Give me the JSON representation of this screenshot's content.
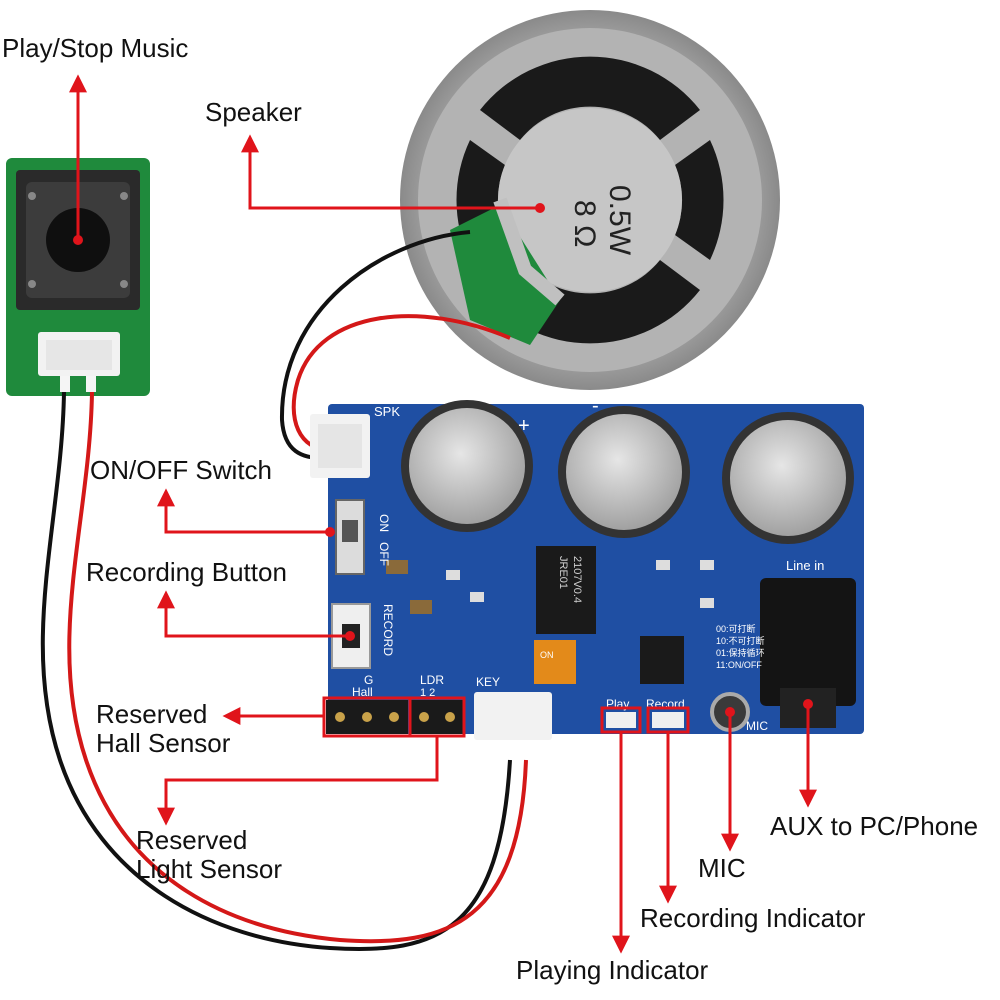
{
  "callouts": {
    "play_stop": "Play/Stop Music",
    "speaker": "Speaker",
    "on_off": "ON/OFF Switch",
    "recording_button": "Recording Button",
    "hall_sensor_line1": "Reserved",
    "hall_sensor_line2": "Hall Sensor",
    "light_sensor_line1": "Reserved",
    "light_sensor_line2": "Light Sensor",
    "aux": "AUX to PC/Phone",
    "mic": "MIC",
    "recording_indicator": "Recording Indicator",
    "playing_indicator": "Playing Indicator"
  },
  "speaker_marking": {
    "impedance": "8 Ω",
    "power": "0.5W"
  },
  "board_silkscreen": {
    "spk": "SPK",
    "on": "ON",
    "off": "OFF",
    "record": "RECORD",
    "line_in": "Line in",
    "play": "Play",
    "record_led": "Record",
    "mic": "MIC",
    "hall": "Hall",
    "g": "G",
    "ldr": "LDR",
    "ldr_pins": "1  2",
    "key": "KEY",
    "plus": "+",
    "minus": "-",
    "mode_codes": [
      "00:可打断",
      "10:不可打断",
      "01:保持循环",
      "11:ON/OFF"
    ],
    "chip_marking": [
      "JRE01",
      "2107V0.4"
    ],
    "switch_label": "ON"
  },
  "colors": {
    "pcb_blue": "#1f4fa3",
    "pcb_green": "#1f8a3c",
    "arrow_red": "#e0141b",
    "label_text": "#111111"
  }
}
